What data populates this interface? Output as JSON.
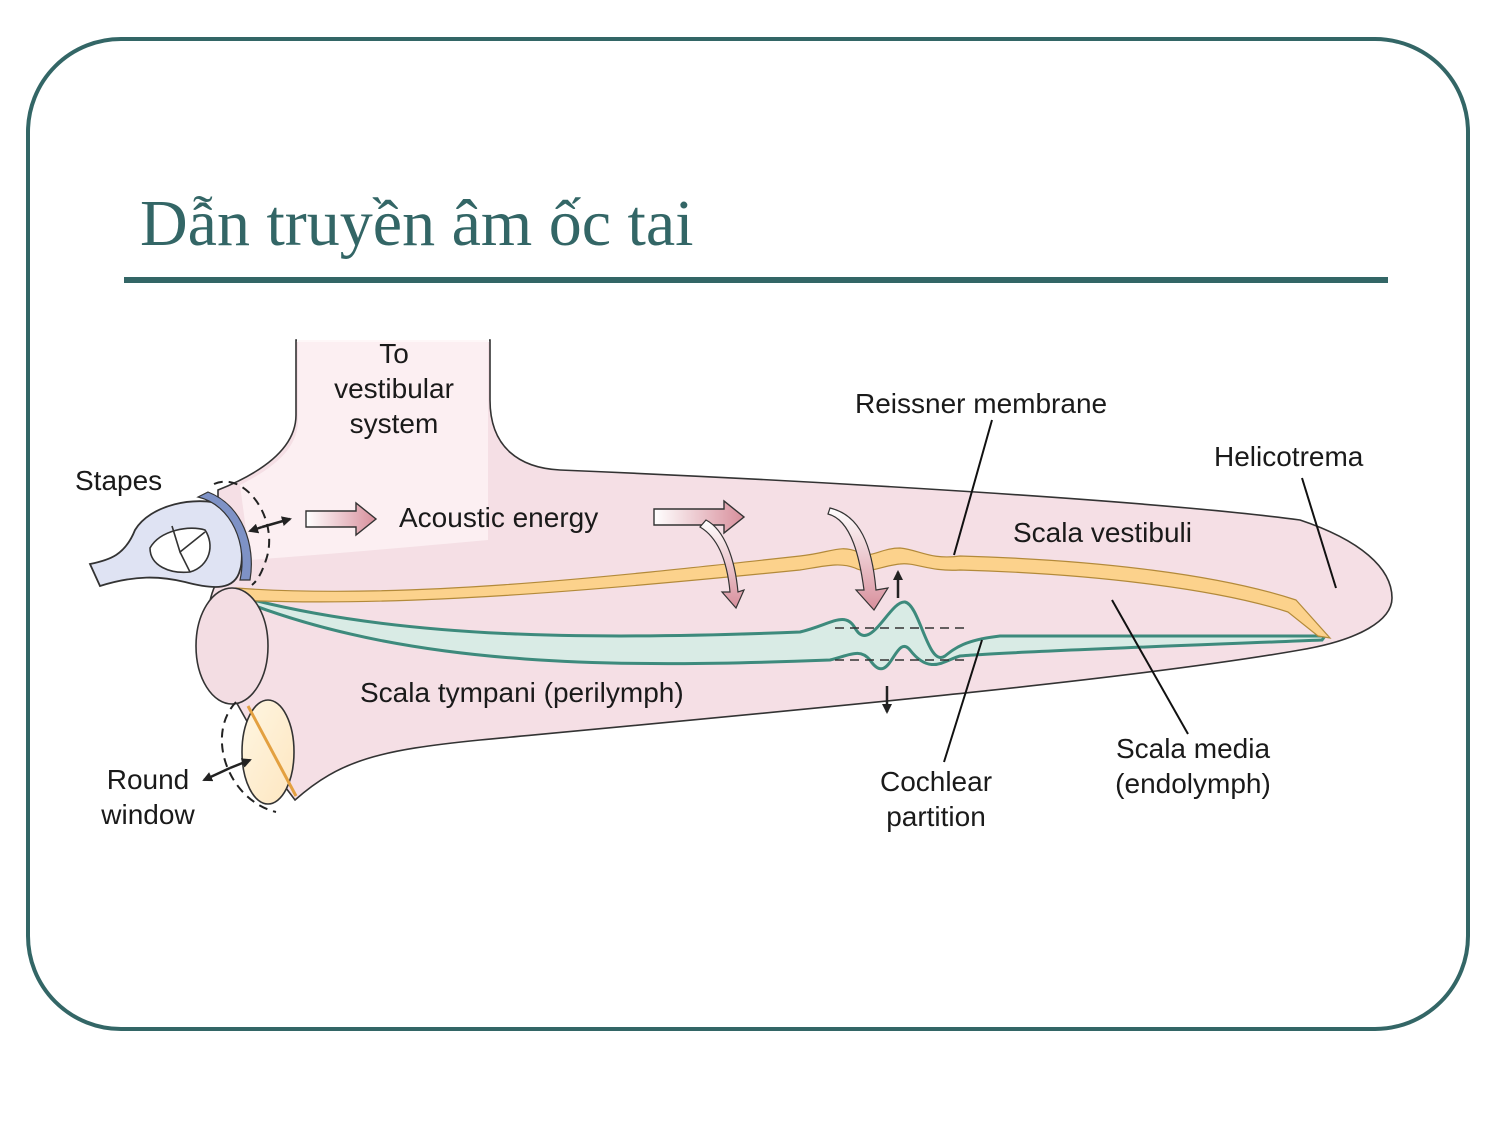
{
  "title": "Dẫn truyền âm ốc tai",
  "labels": {
    "vestibular": [
      "To",
      "vestibular",
      "system"
    ],
    "stapes": "Stapes",
    "acoustic_energy": "Acoustic energy",
    "reissner": "Reissner membrane",
    "helicotrema": "Helicotrema",
    "scala_vestibuli": "Scala vestibuli",
    "scala_tympani": "Scala tympani (perilymph)",
    "scala_media": [
      "Scala media",
      "(endolymph)"
    ],
    "cochlear_partition": [
      "Cochlear",
      "partition"
    ],
    "round_window": [
      "Round",
      "window"
    ]
  },
  "colors": {
    "accent": "#336666",
    "cochlea_fill": "#f5dfe5",
    "reissner_membrane": "#fcd28c",
    "cochlear_partition": "#d9ebe5",
    "partition_edge": "#3d8a7c",
    "stapes": "#dfe3f3",
    "energy_arrow": "#d88f9c"
  }
}
